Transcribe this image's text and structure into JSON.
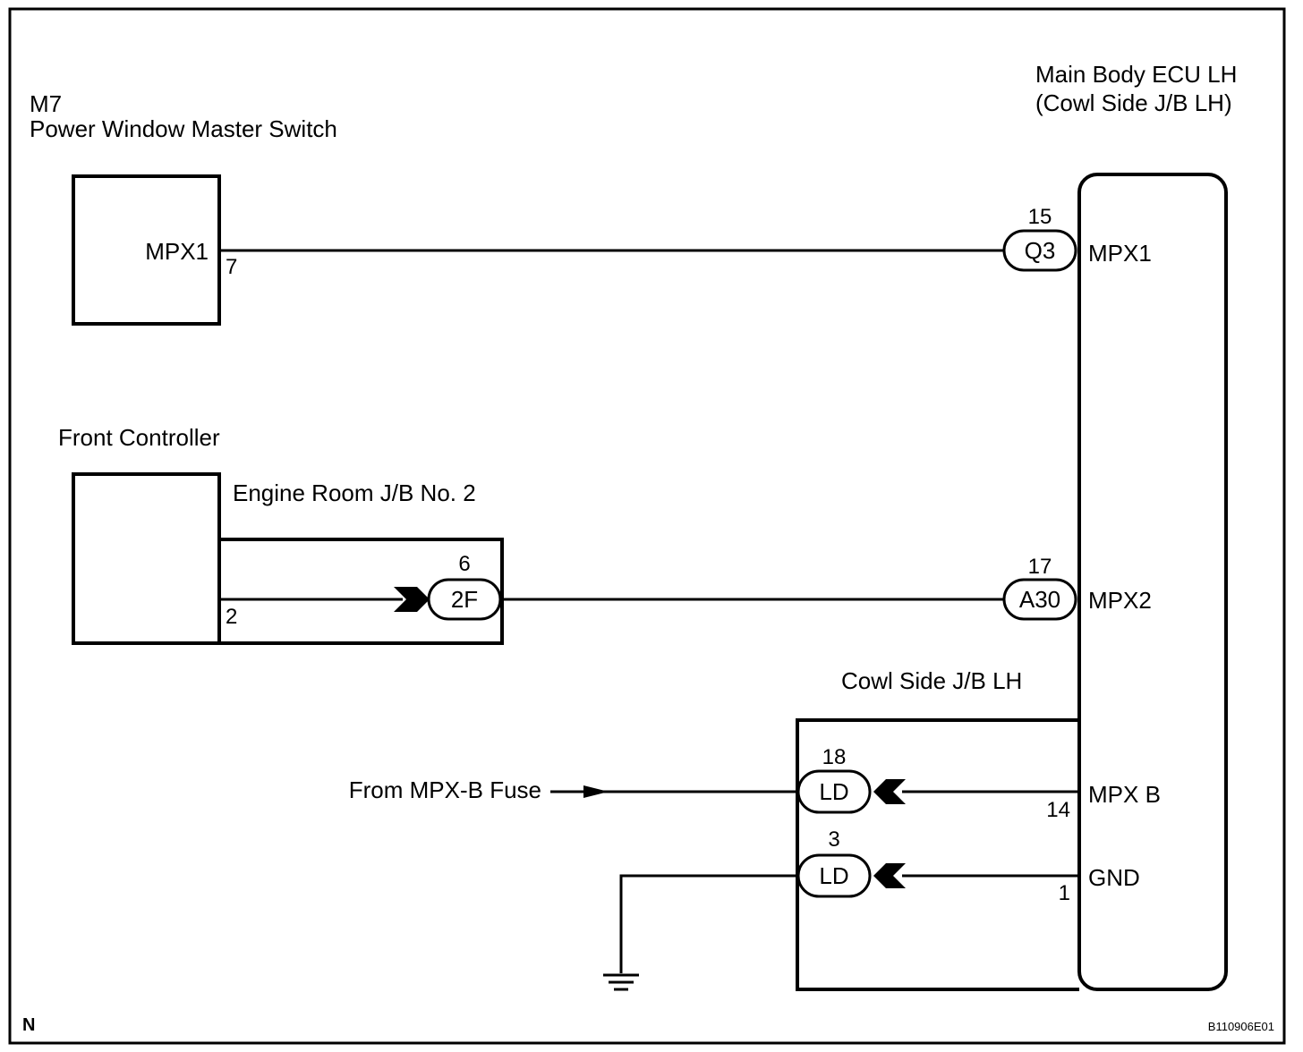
{
  "components": {
    "master_switch": {
      "code": "M7",
      "name": "Power Window Master Switch",
      "pin_label": "MPX1",
      "pin_number": "7"
    },
    "main_body_ecu": {
      "name": "Main Body ECU LH",
      "location": "(Cowl Side J/B LH)",
      "pins": {
        "mpx1": "MPX1",
        "mpx2": "MPX2",
        "mpxb": "MPX B",
        "gnd": "GND"
      },
      "pin_numbers": {
        "mpxb": "14",
        "gnd": "1"
      }
    },
    "front_controller": {
      "name": "Front Controller",
      "pin_number": "2"
    },
    "engine_room_jb": {
      "name": "Engine Room J/B No. 2"
    },
    "cowl_side_jb": {
      "name": "Cowl Side J/B LH"
    }
  },
  "connectors": {
    "q3": {
      "code": "Q3",
      "pin": "15"
    },
    "a30": {
      "code": "A30",
      "pin": "17"
    },
    "f2": {
      "code": "2F",
      "pin": "6"
    },
    "ld18": {
      "code": "LD",
      "pin": "18"
    },
    "ld3": {
      "code": "LD",
      "pin": "3"
    }
  },
  "source": {
    "label": "From MPX-B Fuse"
  },
  "footer": {
    "corner_mark": "N",
    "figure_code": "B110906E01"
  }
}
